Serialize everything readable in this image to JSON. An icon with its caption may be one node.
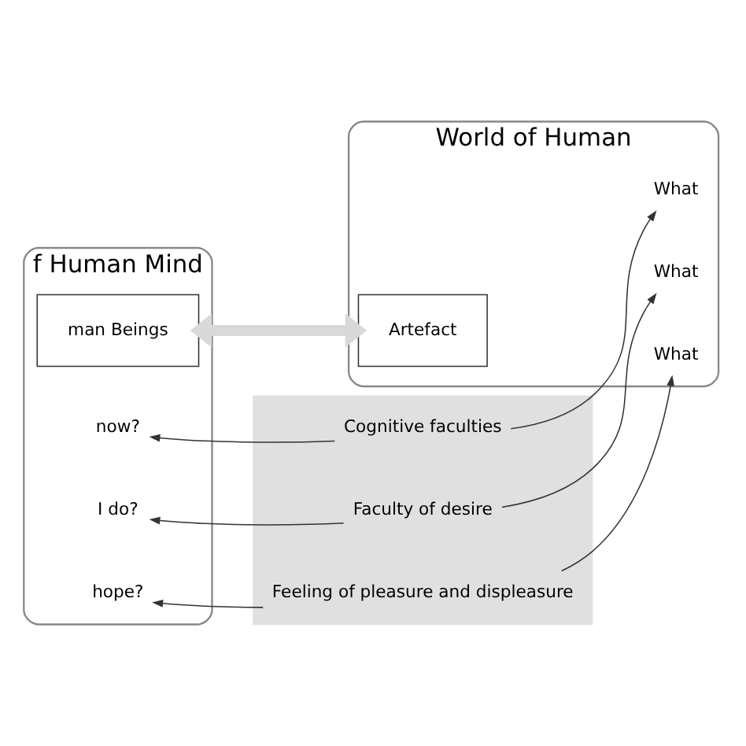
{
  "diagram": {
    "nodes": [
      {
        "text": [
          "f Human Mind"
        ]
      },
      {
        "text": [
          "man Beings"
        ],
        "in": 0
      },
      {
        "text": [
          "now?"
        ],
        "in": 0
      },
      {
        "text": [
          "I do?"
        ],
        "in": 0
      },
      {
        "text": [
          "hope?"
        ],
        "in": 0
      },
      {
        "text": [
          "World of Human"
        ]
      },
      {
        "text": [
          "Artefact"
        ],
        "in": 5
      },
      {
        "text": [
          "What"
        ],
        "in": 5
      },
      {
        "text": [
          "What"
        ],
        "in": 5
      },
      {
        "text": [
          "What"
        ],
        "in": 5
      },
      {
        "text": [],
        "shape": "box"
      },
      {
        "text": [
          "Cognitive faculties"
        ],
        "in": 10
      },
      {
        "text": [
          "Faculty of desire"
        ],
        "in": 10
      },
      {
        "text": [
          "Feeling of pleasure and displeasure"
        ],
        "in": 10
      }
    ],
    "edges": [
      {
        "from": 1,
        "to": 6,
        "arrow": "both",
        "style": "thick",
        "color": "#d9d9d9"
      },
      {
        "from": 11,
        "to": 2,
        "arrow": "to"
      },
      {
        "from": 11,
        "to": 7,
        "arrow": "to"
      },
      {
        "from": 12,
        "to": 3,
        "arrow": "to"
      },
      {
        "from": 12,
        "to": 8,
        "arrow": "to"
      },
      {
        "from": 13,
        "to": 4,
        "arrow": "to"
      },
      {
        "from": 13,
        "to": 9,
        "arrow": "to"
      }
    ]
  }
}
